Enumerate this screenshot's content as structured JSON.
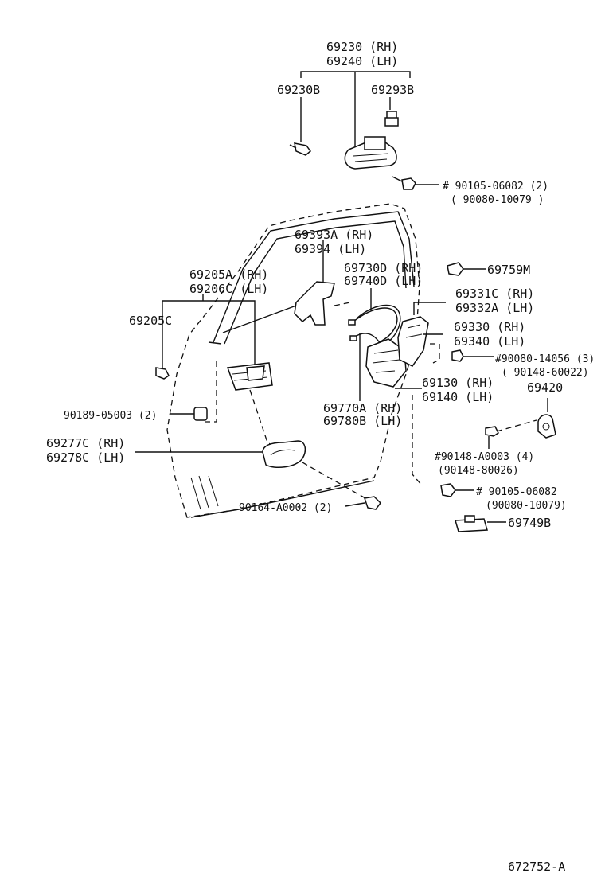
{
  "labels": {
    "l69230": "69230 (RH)",
    "l69240": "69240 (LH)",
    "l69230b": "69230B",
    "l69293b": "69293B",
    "l90105a": "# 90105-06082 (2)",
    "l90080a": "( 90080-10079 )",
    "l69393a": "69393A (RH)",
    "l69394": "69394  (LH)",
    "l69759m": "69759M",
    "l69730d": "69730D (RH)",
    "l69740d": "69740D (LH)",
    "l69205a": "69205A (RH)",
    "l69206c": "69206C (LH)",
    "l69331c": "69331C (RH)",
    "l69332a": "69332A (LH)",
    "l69205c": "69205C",
    "l69330": "69330 (RH)",
    "l69340": "69340 (LH)",
    "l90080b": "#90080-14056 (3)",
    "l90148a": "( 90148-60022)",
    "l69130": "69130 (RH)",
    "l69140": "69140 (LH)",
    "l69420": "69420",
    "l69770a": "69770A (RH)",
    "l69780b": "69780B (LH)",
    "l90189": "90189-05003 (2)",
    "l90148b": "#90148-A0003 (4)",
    "l90148c": "(90148-80026)",
    "l69277c": "69277C (RH)",
    "l69278c": "69278C (LH)",
    "l90105b": "# 90105-06082",
    "l90080c": "(90080-10079)",
    "l90164": "90164-A0002 (2)",
    "l69749b": "69749B",
    "code": "672752-A"
  }
}
